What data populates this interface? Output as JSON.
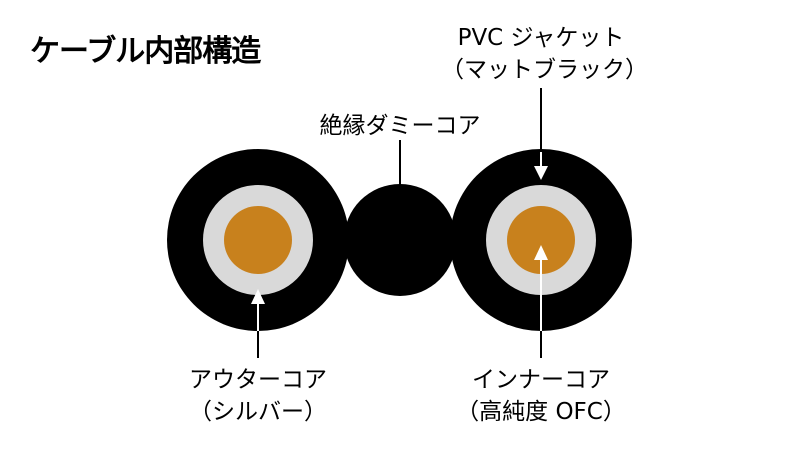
{
  "title": "ケーブル内部構造",
  "labels": {
    "jacket": {
      "line1": "PVC ジャケット",
      "line2": "（マットブラック）"
    },
    "dummy_core": {
      "line1": "絶縁ダミーコア"
    },
    "outer_core": {
      "line1": "アウターコア",
      "line2": "（シルバー）"
    },
    "inner_core": {
      "line1": "インナーコア",
      "line2": "（高純度 OFC）"
    }
  },
  "colors": {
    "jacket": "#000000",
    "insulation": "#d9d9d9",
    "conductor": "#c8811d",
    "arrow_on_white": "#000000",
    "arrow_on_dark": "#ffffff"
  }
}
